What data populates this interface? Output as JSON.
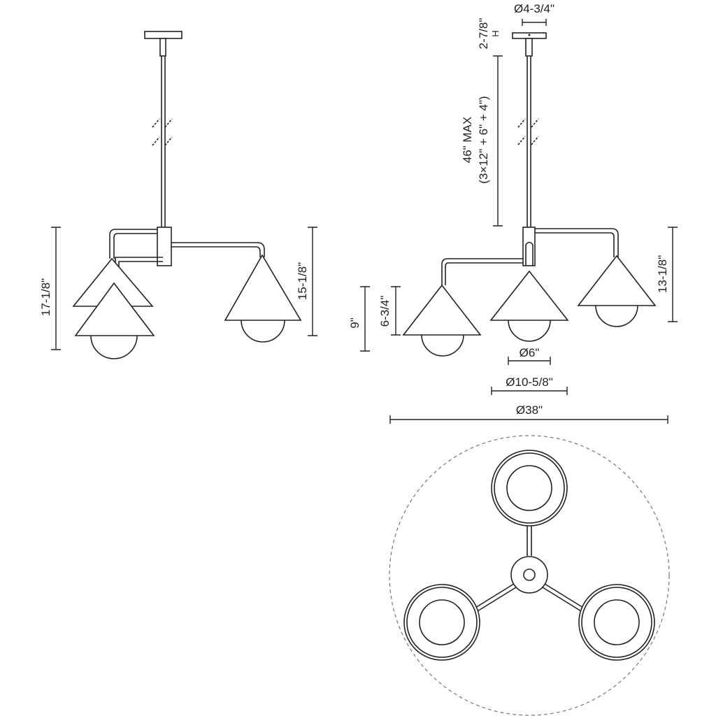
{
  "side_view_left": {
    "overall_height": "17-1/8\"",
    "arm_to_bottom": "15-1/8\""
  },
  "side_view_right": {
    "canopy_diameter": "Ø4-3/4\"",
    "canopy_height": "2-7/8\"",
    "canopy_height_suffix": "H",
    "max_length": "46\" MAX",
    "max_length_breakdown": "(3×12\" + 6\" + 4\")",
    "shade_with_bulb_height": "9\"",
    "shade_height": "6-3/4\"",
    "body_height": "13-1/8\"",
    "bulb_diameter": "Ø6\"",
    "shade_diameter": "Ø10-5/8\"",
    "overall_diameter": "Ø38\""
  }
}
